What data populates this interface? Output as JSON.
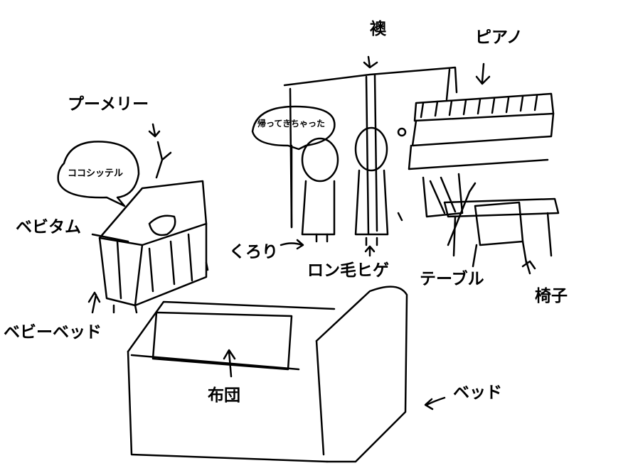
{
  "labels": {
    "fusuma": "襖",
    "piano": "ピアノ",
    "mobile": "プーメリー",
    "baby_name": "ベビタム",
    "kurori": "くろり",
    "long_hair_beard": "ロン毛ヒゲ",
    "table": "テーブル",
    "chair": "椅子",
    "baby_bed": "ベビーベッド",
    "futon": "布団",
    "bed": "ベッド"
  },
  "speech": {
    "baby_bubble": "ココシッテル",
    "person_bubble": "帰ってきちゃった"
  },
  "colors": {
    "ink": "#000000",
    "background": "#ffffff"
  }
}
